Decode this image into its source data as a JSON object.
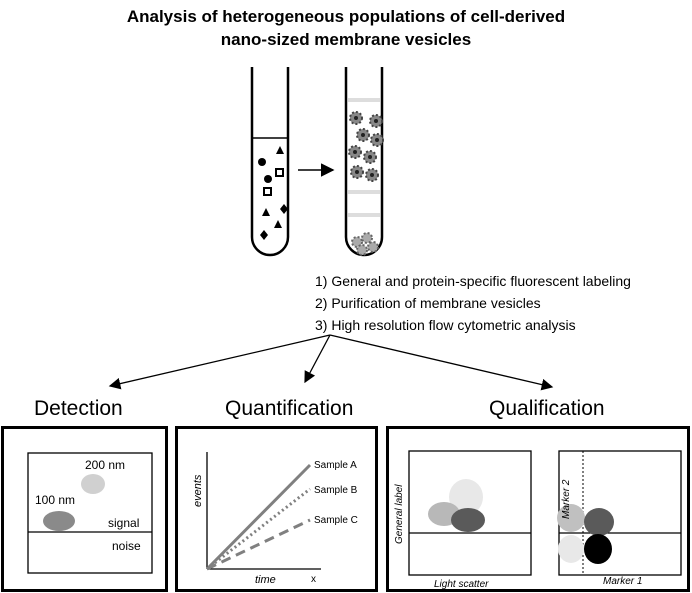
{
  "title": {
    "line1": "Analysis of heterogeneous populations of cell-derived",
    "line2": "nano-sized membrane vesicles"
  },
  "steps": [
    "1) General and protein-specific fluorescent labeling",
    "2) Purification of membrane vesicles",
    "3) High resolution flow cytometric analysis"
  ],
  "sections": {
    "detection": {
      "heading": "Detection",
      "label_200": "200 nm",
      "label_100": "100 nm",
      "signal": "signal",
      "noise": "noise"
    },
    "quantification": {
      "heading": "Quantification",
      "ylabel": "events",
      "xlabel": "time",
      "x_mark": "x",
      "series": [
        "Sample A",
        "Sample B",
        "Sample C"
      ]
    },
    "qualification": {
      "heading": "Qualification",
      "plot1_ylabel": "General label",
      "plot1_xlabel": "Light scatter",
      "plot2_ylabel": "Marker 2",
      "plot2_xlabel": "Marker 1"
    }
  },
  "colors": {
    "line": "#000000",
    "gray_dark": "#555555",
    "gray_mid": "#888888",
    "gray_light": "#c8c8c8",
    "gray_pale": "#e6e6e6",
    "sample_lines": "#808080"
  }
}
